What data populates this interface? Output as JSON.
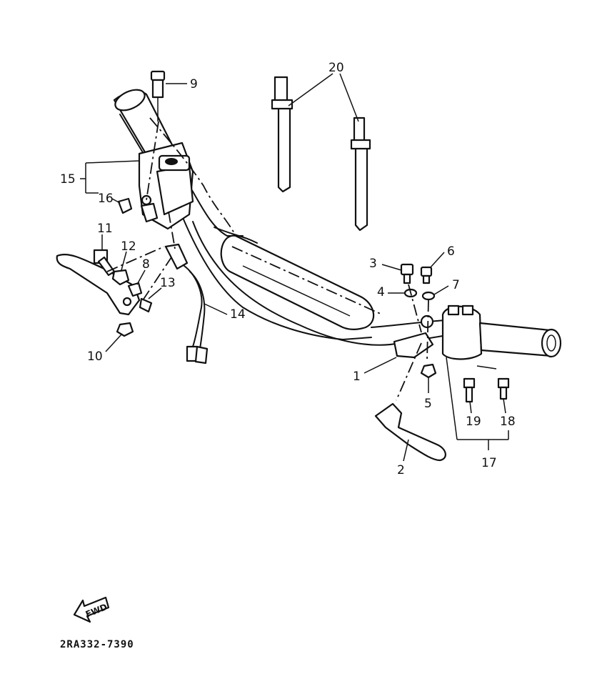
{
  "callouts": [
    {
      "id": "1",
      "label": "1"
    },
    {
      "id": "2",
      "label": "2"
    },
    {
      "id": "3",
      "label": "3"
    },
    {
      "id": "4",
      "label": "4"
    },
    {
      "id": "5",
      "label": "5"
    },
    {
      "id": "6",
      "label": "6"
    },
    {
      "id": "7",
      "label": "7"
    },
    {
      "id": "8",
      "label": "8"
    },
    {
      "id": "9",
      "label": "9"
    },
    {
      "id": "10",
      "label": "10"
    },
    {
      "id": "11",
      "label": "11"
    },
    {
      "id": "12",
      "label": "12"
    },
    {
      "id": "13",
      "label": "13"
    },
    {
      "id": "14",
      "label": "14"
    },
    {
      "id": "15",
      "label": "15"
    },
    {
      "id": "16",
      "label": "16"
    },
    {
      "id": "17",
      "label": "17"
    },
    {
      "id": "18",
      "label": "18"
    },
    {
      "id": "19",
      "label": "19"
    },
    {
      "id": "20",
      "label": "20"
    }
  ],
  "fwd_badge": "FWD",
  "drawing_code": "2RA332-7390"
}
